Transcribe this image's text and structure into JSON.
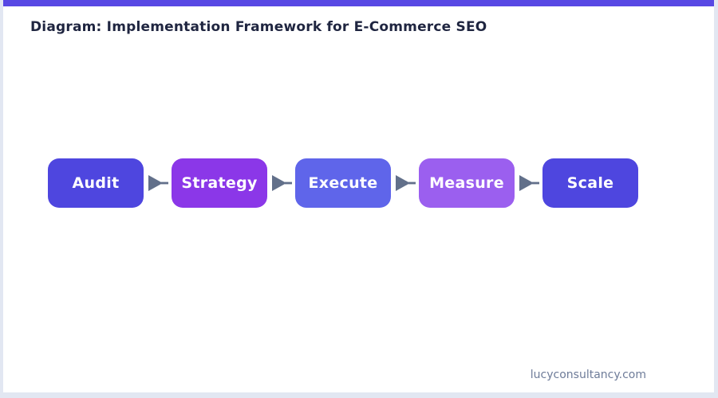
{
  "page": {
    "title": "Diagram: Implementation Framework for E-Commerce SEO",
    "footer_domain": "lucyconsultancy.com"
  },
  "colors": {
    "top_bar": "#5848E4",
    "frame_border": "#E2E7F2",
    "title_text": "#1F2540",
    "footer_text": "#6E7C99",
    "arrow": "#62708A",
    "node_text": "#FFFFFF"
  },
  "icons": {
    "flow_connector": "right-arrow"
  },
  "diagram": {
    "nodes": [
      {
        "label": "Audit",
        "color": "#4E46DF"
      },
      {
        "label": "Strategy",
        "color": "#8B37E8"
      },
      {
        "label": "Execute",
        "color": "#5F65EA"
      },
      {
        "label": "Measure",
        "color": "#9B5FEF"
      },
      {
        "label": "Scale",
        "color": "#4E46DF"
      }
    ]
  }
}
